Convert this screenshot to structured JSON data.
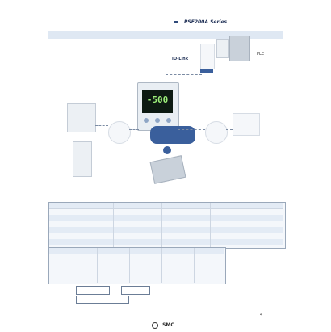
{
  "header": {
    "tag": "",
    "title": "",
    "series": "PSE200A Series"
  },
  "section": {
    "title": ""
  },
  "intro": {
    "headline": "",
    "sub1": "",
    "sub2": ""
  },
  "diagram": {
    "system_label": "",
    "plc_label": "PLC",
    "iolink_label": "IO-Link",
    "display_value": "-500",
    "bubble_line1": "",
    "bubble_line2": "",
    "left_label": "",
    "right_label": "",
    "module_label": ""
  },
  "table": {
    "title": "",
    "footnotes": [
      "",
      "",
      ""
    ]
  },
  "legend": {
    "box1": "",
    "box2": "",
    "box3": "",
    "side_note": ""
  },
  "footer": {
    "brand": "SMC",
    "page_number": "4"
  },
  "colors": {
    "brand_blue": "#2f4a7a",
    "section_band": "#dfe8f3",
    "display_green": "#9df07a",
    "display_bg": "#0d1a12",
    "bubble_blue": "#3a5f9c"
  }
}
